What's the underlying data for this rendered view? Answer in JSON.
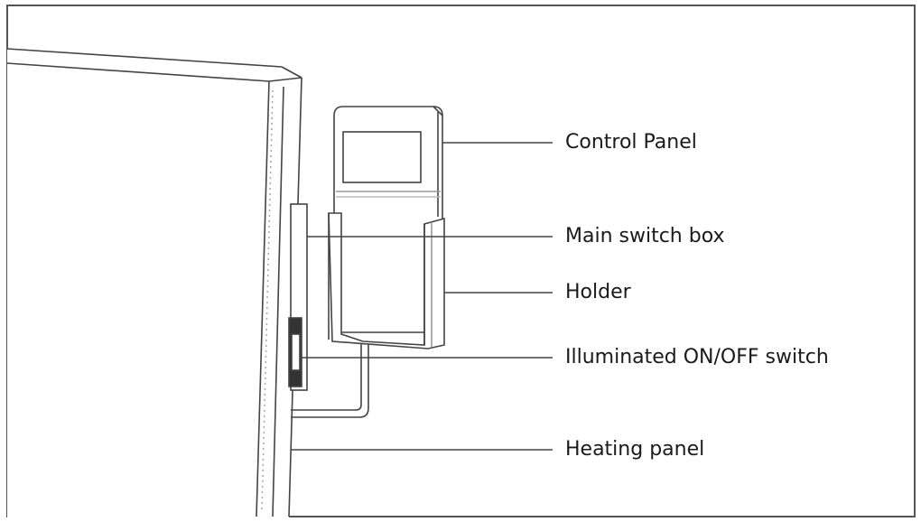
{
  "diagram": {
    "labels": [
      {
        "id": "control-panel",
        "text": "Control Panel"
      },
      {
        "id": "main-switch-box",
        "text": "Main switch box"
      },
      {
        "id": "holder",
        "text": "Holder"
      },
      {
        "id": "illuminated-switch",
        "text": "Illuminated ON/OFF switch"
      },
      {
        "id": "heating-panel",
        "text": "Heating panel"
      }
    ]
  }
}
